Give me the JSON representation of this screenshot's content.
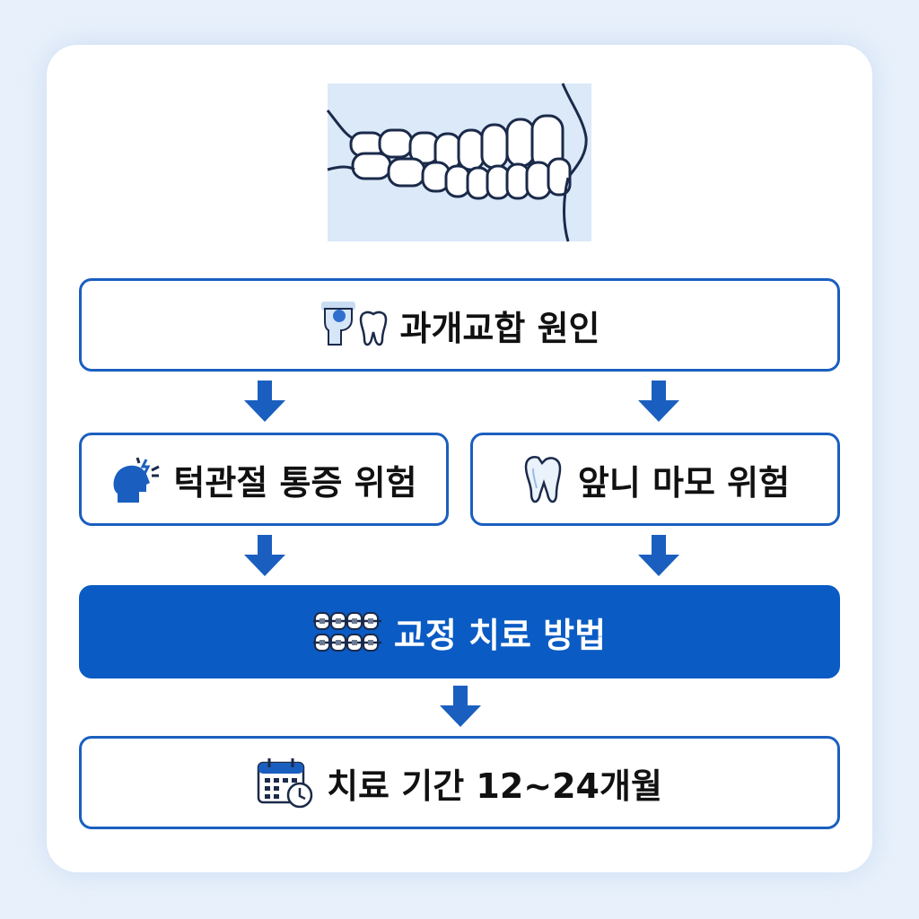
{
  "flow": {
    "cause": {
      "label": "과개교합 원인",
      "icon": "jaw-tooth-icon"
    },
    "left_risk": {
      "label": "턱관절 통증 위험",
      "icon": "head-pain-icon"
    },
    "right_risk": {
      "label": "앞니 마모 위험",
      "icon": "worn-tooth-icon"
    },
    "treatment": {
      "label": "교정 치료 방법",
      "icon": "braces-icon"
    },
    "duration": {
      "label": "치료 기간 12~24개월",
      "icon": "calendar-clock-icon"
    }
  },
  "colors": {
    "accent": "#1a5fbf",
    "filled": "#0a5bc4",
    "hero_bg": "#dbe9f8",
    "page_bg": "#e8f1fb"
  }
}
